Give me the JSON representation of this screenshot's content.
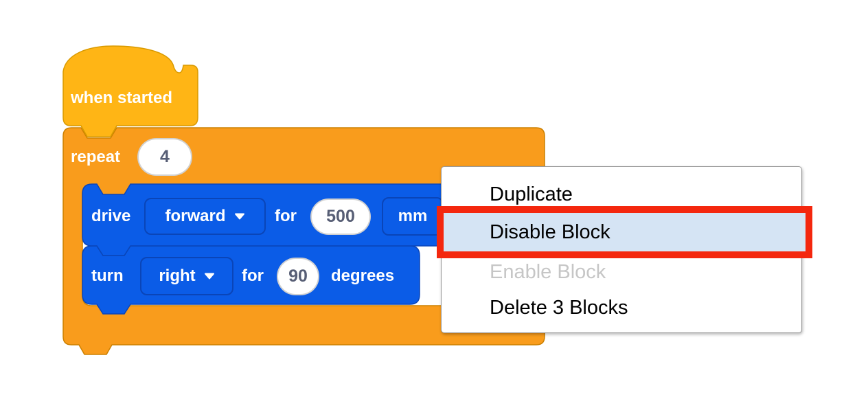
{
  "workspace": {
    "hat_block": {
      "label": "when started"
    },
    "repeat_block": {
      "label": "repeat",
      "count": "4"
    },
    "drive_block": {
      "label": "drive",
      "direction": "forward",
      "preposition": "for",
      "distance": "500",
      "unit": "mm"
    },
    "turn_block": {
      "label": "turn",
      "direction": "right",
      "preposition": "for",
      "angle": "90",
      "unit": "degrees"
    }
  },
  "context_menu": {
    "items": [
      {
        "label": "Duplicate",
        "state": "normal"
      },
      {
        "label": "Disable Block",
        "state": "highlighted"
      },
      {
        "label": "Enable Block",
        "state": "disabled"
      },
      {
        "label": "Delete 3 Blocks",
        "state": "normal"
      }
    ]
  },
  "colors": {
    "hat_fill": "#FFB515",
    "hat_stroke": "#D99A00",
    "repeat_fill": "#F99C1C",
    "repeat_stroke": "#CC8000",
    "motion_fill": "#0B5CE7",
    "motion_stroke": "#0A45B8",
    "value_text": "#575E75",
    "menu_background": "#FFFFFF",
    "menu_border": "#9A9A9A",
    "menu_highlight_bg": "#D5E4F4",
    "annotation_border": "#F4270E",
    "disabled_text": "#C6C6C6"
  }
}
